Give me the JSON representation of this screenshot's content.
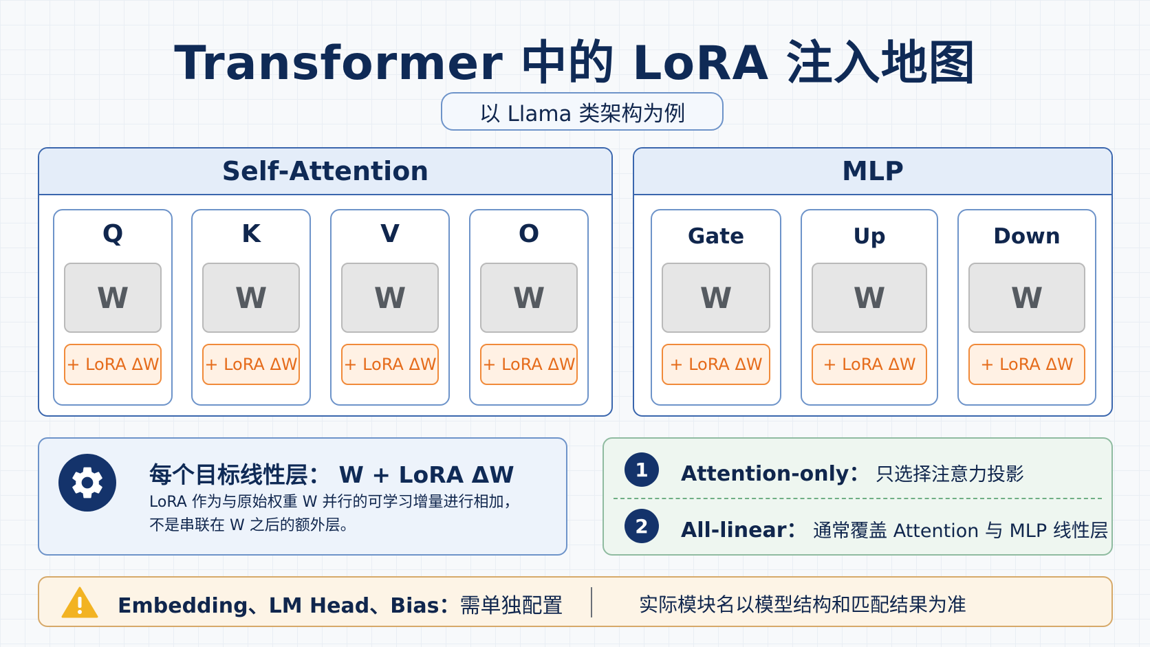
{
  "title": "Transformer 中的 LoRA 注入地图",
  "subtitle": "以 Llama 类架构为例",
  "attention": {
    "header": "Self-Attention",
    "cards": [
      {
        "label": "Q",
        "weight": "W",
        "lora": "+ LoRA ΔW"
      },
      {
        "label": "K",
        "weight": "W",
        "lora": "+ LoRA ΔW"
      },
      {
        "label": "V",
        "weight": "W",
        "lora": "+ LoRA ΔW"
      },
      {
        "label": "O",
        "weight": "W",
        "lora": "+ LoRA ΔW"
      }
    ]
  },
  "mlp": {
    "header": "MLP",
    "cards": [
      {
        "label": "Gate",
        "weight": "W",
        "lora": "+ LoRA ΔW"
      },
      {
        "label": "Up",
        "weight": "W",
        "lora": "+ LoRA ΔW"
      },
      {
        "label": "Down",
        "weight": "W",
        "lora": "+ LoRA ΔW"
      }
    ]
  },
  "info": {
    "icon": "gear-icon",
    "title": "每个目标线性层： W + LoRA ΔW",
    "line1": "LoRA 作为与原始权重 W 并行的可学习增量进行相加，",
    "line2": "不是串联在 W 之后的额外层。"
  },
  "options": [
    {
      "num": "1",
      "name": "Attention-only：",
      "desc": "只选择注意力投影"
    },
    {
      "num": "2",
      "name": "All-linear：",
      "desc": "通常覆盖 Attention 与 MLP 线性层"
    }
  ],
  "warning": {
    "icon": "warning-icon",
    "label": "Embedding、LM Head、Bias：",
    "text": "需单独配置",
    "note": "实际模块名以模型结构和匹配结果为准"
  },
  "colors": {
    "navy": "#0f2a56",
    "panel_border": "#3a66ad",
    "lora_orange": "#f08a3a",
    "weight_gray": "#e6e6e6",
    "green_border": "#8fbba0",
    "warn_yellow": "#f2b323"
  }
}
